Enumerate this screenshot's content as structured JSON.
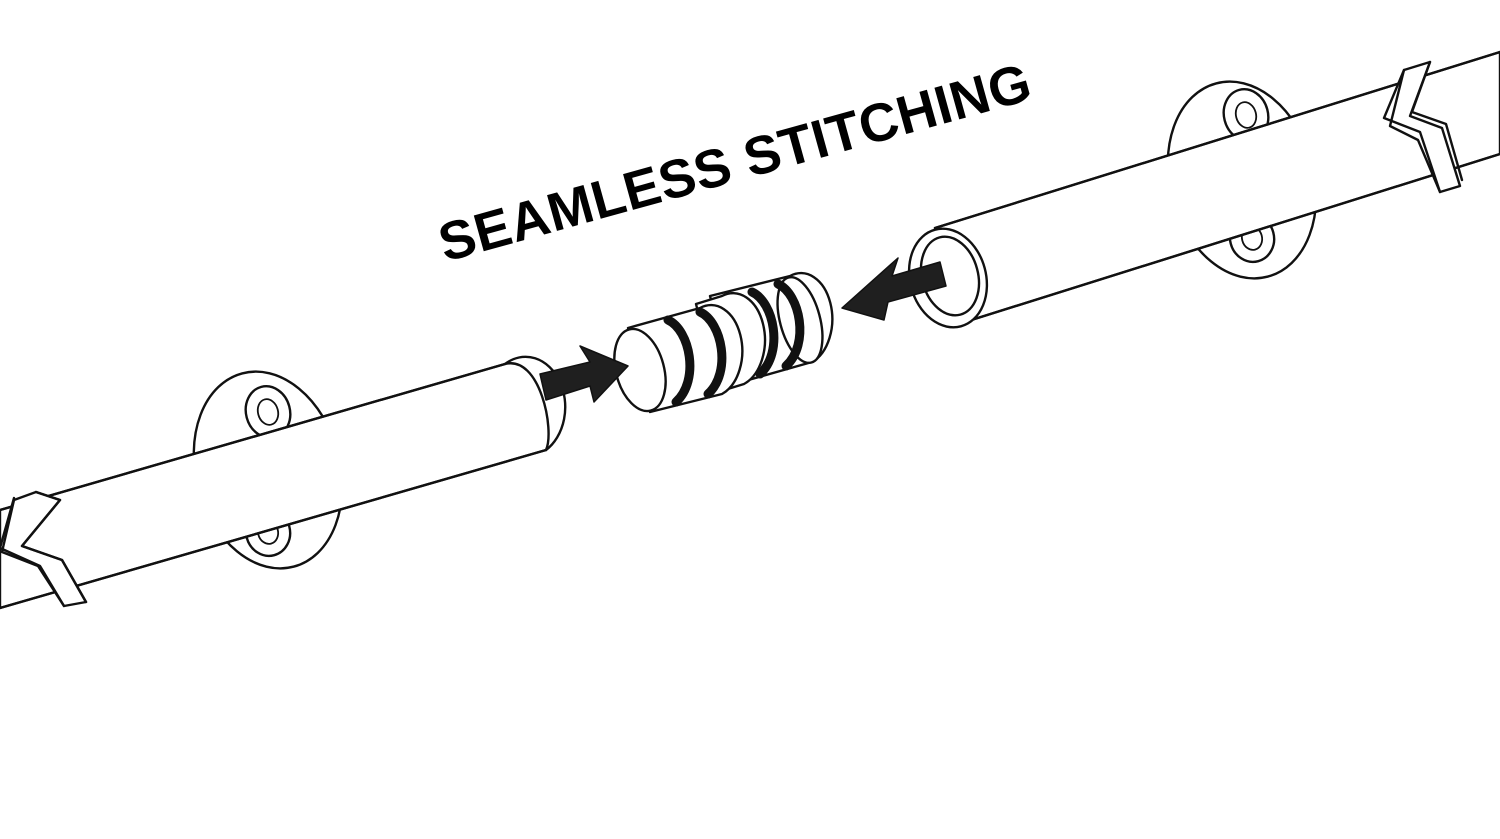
{
  "title": "SEAMLESS STITCHING",
  "colors": {
    "line": "#111111",
    "arrow": "#1f1f1f",
    "background": "#ffffff"
  },
  "parts": {
    "left_rail": "left-rail-tube",
    "right_rail": "right-rail-tube",
    "connector": "rail-connector",
    "left_arrow": "arrow-right-icon",
    "right_arrow": "arrow-left-icon"
  }
}
